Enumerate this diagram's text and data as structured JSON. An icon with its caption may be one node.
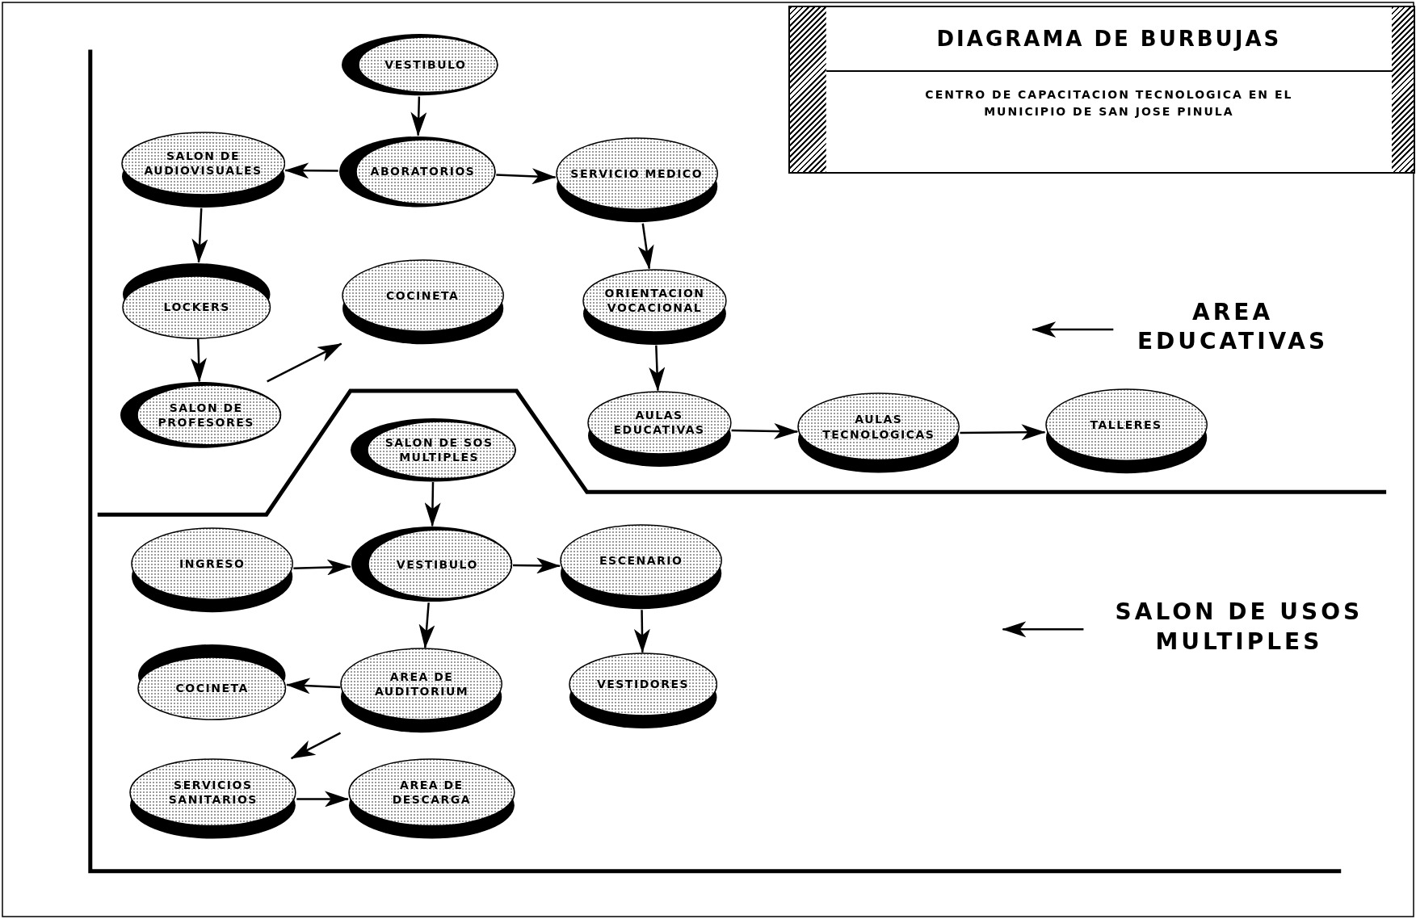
{
  "diagram": {
    "title": "DIAGRAMA DE BURBUJAS",
    "nodes": [
      {
        "text": [
          "VESTIBULO"
        ]
      },
      {
        "text": [
          "SALON DE AUDIOVISUALES"
        ]
      },
      {
        "text": [
          "ABORATORIOS"
        ]
      },
      {
        "text": [
          "SERVICIO MEDICO"
        ]
      },
      {
        "text": [
          "LOCKERS"
        ]
      },
      {
        "text": [
          "COCINETA"
        ]
      },
      {
        "text": [
          "ORIENTACION VOCACIONAL"
        ]
      },
      {
        "text": [
          "SALON DE PROFESORES"
        ]
      },
      {
        "text": [
          "AULAS EDUCATIVAS"
        ]
      },
      {
        "text": [
          "AULAS TECNOLOGICAS"
        ]
      },
      {
        "text": [
          "TALLERES"
        ]
      },
      {
        "text": [
          "SALON DE SOS MULTIPLES"
        ]
      },
      {
        "text": [
          "INGRESO"
        ]
      },
      {
        "text": [
          "VESTIBULO"
        ]
      },
      {
        "text": [
          "ESCENARIO"
        ]
      },
      {
        "text": [
          "COCINETA"
        ]
      },
      {
        "text": [
          "AREA DE AUDITORIUM"
        ]
      },
      {
        "text": [
          "VESTIDORES"
        ]
      },
      {
        "text": [
          "SERVICIOS SANITARIOS"
        ]
      },
      {
        "text": [
          "AREA DE DESCARGA"
        ]
      },
      {
        "text": [
          "AREA EDUCATIVAS"
        ]
      },
      {
        "text": [
          "SALON DE USOS MULTIPLES"
        ]
      }
    ],
    "edges": [
      {
        "from": 0,
        "to": 2,
        "arrow": "to"
      },
      {
        "from": 2,
        "to": 1,
        "arrow": "to"
      },
      {
        "from": 2,
        "to": 3,
        "arrow": "to"
      },
      {
        "from": 1,
        "to": 4,
        "arrow": "to"
      },
      {
        "from": 4,
        "to": 7,
        "arrow": "to"
      },
      {
        "from": 7,
        "to": 5,
        "arrow": "to"
      },
      {
        "from": 3,
        "to": 6,
        "arrow": "to"
      },
      {
        "from": 6,
        "to": 8,
        "arrow": "to"
      },
      {
        "from": 8,
        "to": 9,
        "arrow": "to"
      },
      {
        "from": 9,
        "to": 10,
        "arrow": "to"
      },
      {
        "from": 11,
        "to": 13,
        "arrow": "to"
      },
      {
        "from": 12,
        "to": 13,
        "arrow": "to"
      },
      {
        "from": 13,
        "to": 14,
        "arrow": "to"
      },
      {
        "from": 13,
        "to": 16,
        "arrow": "to"
      },
      {
        "from": 14,
        "to": 17,
        "arrow": "to"
      },
      {
        "from": 16,
        "to": 15,
        "arrow": "to"
      },
      {
        "from": 16,
        "to": 18,
        "arrow": "to"
      },
      {
        "from": 18,
        "to": 19,
        "arrow": "to"
      },
      {
        "from": 20,
        "to": null,
        "arrow": "to"
      },
      {
        "from": 21,
        "to": null,
        "arrow": "to"
      }
    ],
    "labels": [
      "CENTRO DE CAPACITACION TECNOLOGICA EN EL MUNICIPIO DE SAN JOSE PINULA"
    ]
  }
}
